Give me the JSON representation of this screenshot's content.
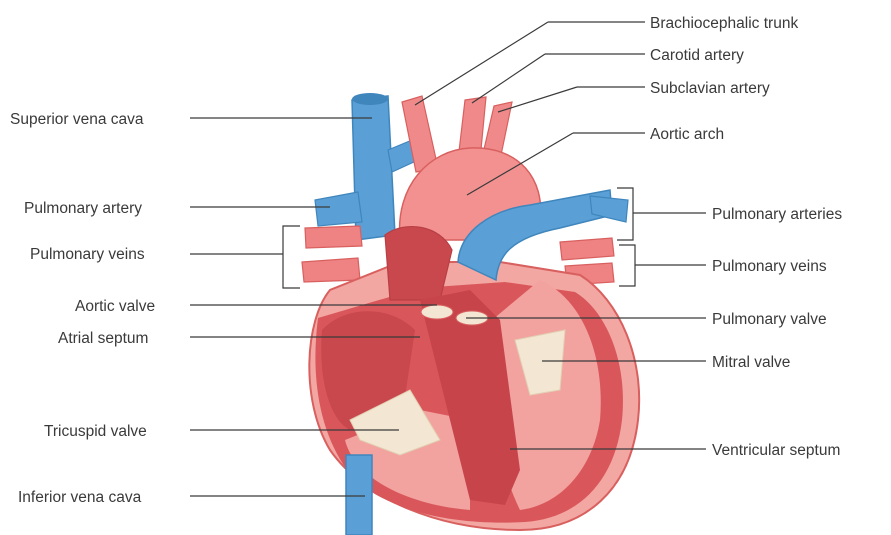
{
  "labels": {
    "brachiocephalic_trunk": "Brachiocephalic trunk",
    "carotid_artery": "Carotid artery",
    "subclavian_artery": "Subclavian artery",
    "aortic_arch": "Aortic arch",
    "superior_vena_cava": "Superior vena cava",
    "pulmonary_artery": "Pulmonary artery",
    "pulmonary_veins_left": "Pulmonary veins",
    "pulmonary_arteries": "Pulmonary arteries",
    "pulmonary_veins_right": "Pulmonary veins",
    "aortic_valve": "Aortic valve",
    "atrial_septum": "Atrial septum",
    "pulmonary_valve": "Pulmonary valve",
    "mitral_valve": "Mitral valve",
    "tricuspid_valve": "Tricuspid valve",
    "ventricular_septum": "Ventricular septum",
    "inferior_vena_cava": "Inferior vena cava"
  },
  "colors": {
    "vein_blue": "#5aa0d6",
    "artery_red": "#f08a8a",
    "myocardium": "#d9575b",
    "chamber": "#f7b8b2",
    "valve_cream": "#f3e6d2",
    "label_text": "#3a3a3a"
  }
}
